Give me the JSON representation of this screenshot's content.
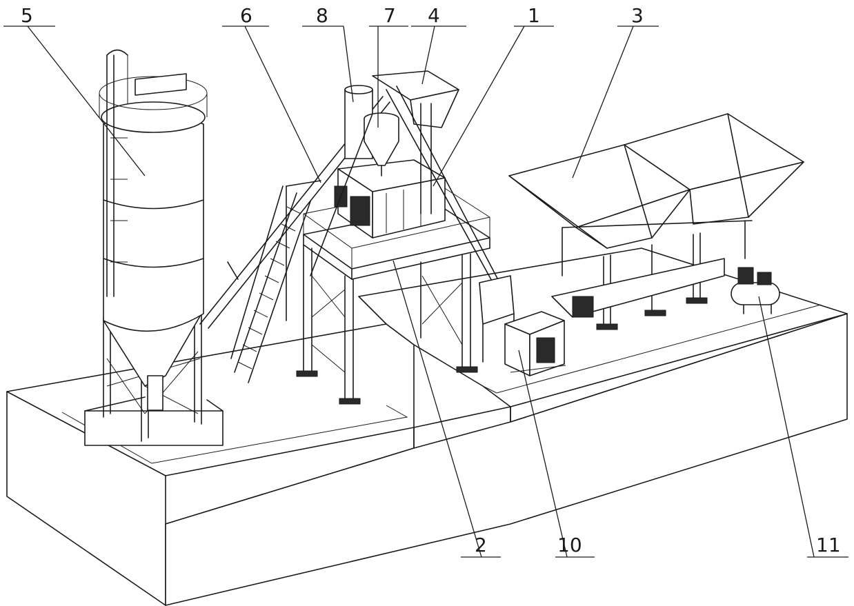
{
  "callouts": [
    {
      "id": "c5",
      "label": "5"
    },
    {
      "id": "c6",
      "label": "6"
    },
    {
      "id": "c8",
      "label": "8"
    },
    {
      "id": "c7",
      "label": "7"
    },
    {
      "id": "c4",
      "label": "4"
    },
    {
      "id": "c1",
      "label": "1"
    },
    {
      "id": "c3",
      "label": "3"
    },
    {
      "id": "c2",
      "label": "2"
    },
    {
      "id": "c10",
      "label": "10"
    },
    {
      "id": "c11",
      "label": "11"
    }
  ]
}
